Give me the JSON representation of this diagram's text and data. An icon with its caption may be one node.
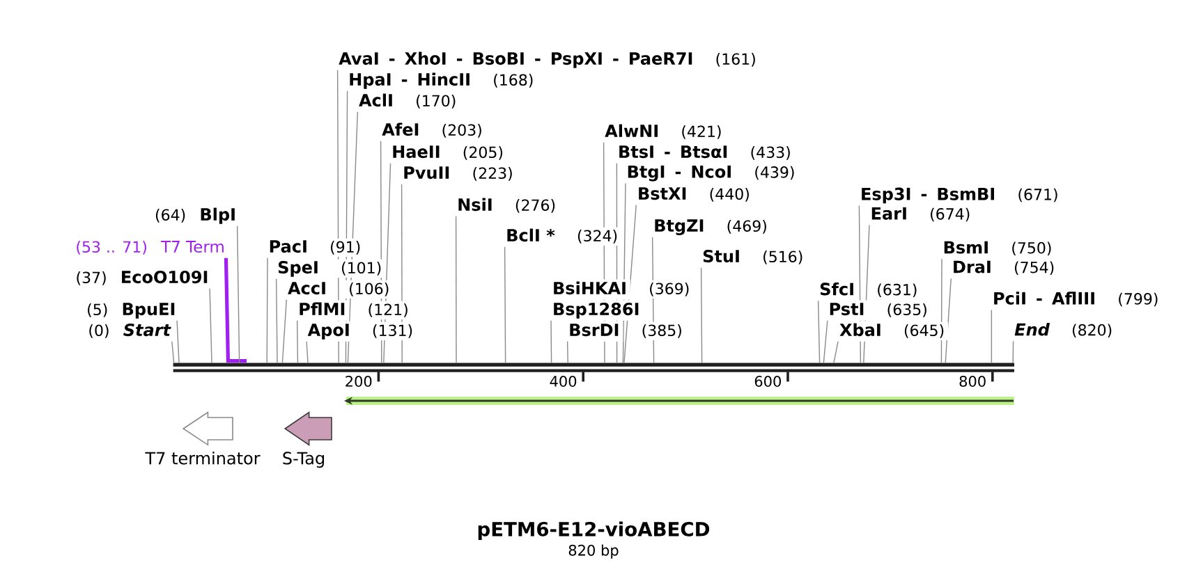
{
  "diagram": {
    "title": "pETM6-E12-vioABECD",
    "caption": "820 bp",
    "nodes": [
      {
        "text": [
          "Start"
        ],
        "beside": [
          "(0)"
        ]
      },
      {
        "text": [
          "BpuEI"
        ],
        "beside": [
          "(5)"
        ]
      },
      {
        "text": [
          "EcoO109I"
        ],
        "beside": [
          "(37)"
        ]
      },
      {
        "text": [
          "T7 Term"
        ],
        "beside": [
          "(53 .. 71)"
        ]
      },
      {
        "text": [
          "BlpI"
        ],
        "beside": [
          "(64)"
        ]
      },
      {
        "text": [
          "PacI"
        ],
        "beside": [
          "(91)"
        ]
      },
      {
        "text": [
          "SpeI"
        ],
        "beside": [
          "(101)"
        ]
      },
      {
        "text": [
          "AccI"
        ],
        "beside": [
          "(106)"
        ]
      },
      {
        "text": [
          "PflMI"
        ],
        "beside": [
          "(121)"
        ]
      },
      {
        "text": [
          "ApoI"
        ],
        "beside": [
          "(131)"
        ]
      },
      {
        "text": [
          "AvaI - XhoI - BsoBI - PspXI - PaeR7I"
        ],
        "beside": [
          "(161)"
        ]
      },
      {
        "text": [
          "HpaI - HincII"
        ],
        "beside": [
          "(168)"
        ]
      },
      {
        "text": [
          "AclI"
        ],
        "beside": [
          "(170)"
        ]
      },
      {
        "text": [
          "AfeI"
        ],
        "beside": [
          "(203)"
        ]
      },
      {
        "text": [
          "HaeII"
        ],
        "beside": [
          "(205)"
        ]
      },
      {
        "text": [
          "PvuII"
        ],
        "beside": [
          "(223)"
        ]
      },
      {
        "text": [
          "NsiI"
        ],
        "beside": [
          "(276)"
        ]
      },
      {
        "text": [
          "BclI *"
        ],
        "beside": [
          "(324)"
        ]
      },
      {
        "text": [
          "BsiHKAI",
          "Bsp1286I"
        ],
        "beside": [
          "(369)"
        ]
      },
      {
        "text": [
          "BsrDI"
        ],
        "beside": [
          "(385)"
        ]
      },
      {
        "text": [
          "AlwNI"
        ],
        "beside": [
          "(421)"
        ]
      },
      {
        "text": [
          "BtsI - BtsαI"
        ],
        "beside": [
          "(433)"
        ]
      },
      {
        "text": [
          "BtgI - NcoI"
        ],
        "beside": [
          "(439)"
        ]
      },
      {
        "text": [
          "BstXI"
        ],
        "beside": [
          "(440)"
        ]
      },
      {
        "text": [
          "BtgZI"
        ],
        "beside": [
          "(469)"
        ]
      },
      {
        "text": [
          "StuI"
        ],
        "beside": [
          "(516)"
        ]
      },
      {
        "text": [
          "SfcI"
        ],
        "beside": [
          "(631)"
        ]
      },
      {
        "text": [
          "PstI"
        ],
        "beside": [
          "(635)"
        ]
      },
      {
        "text": [
          "XbaI"
        ],
        "beside": [
          "(645)"
        ]
      },
      {
        "text": [
          "Esp3I - BsmBI"
        ],
        "beside": [
          "(671)"
        ]
      },
      {
        "text": [
          "EarI"
        ],
        "beside": [
          "(674)"
        ]
      },
      {
        "text": [
          "BsmI"
        ],
        "beside": [
          "(750)"
        ]
      },
      {
        "text": [
          "DraI"
        ],
        "beside": [
          "(754)"
        ]
      },
      {
        "text": [
          "PciI - AflIII"
        ],
        "beside": [
          "(799)"
        ]
      },
      {
        "text": [
          "End"
        ],
        "beside": [
          "(820)"
        ]
      },
      {
        "text": [],
        "shape": "bar"
      },
      {
        "text": [],
        "shape": "arrow"
      },
      {
        "text": [
          "T7 terminator"
        ]
      },
      {
        "text": [
          "S-Tag"
        ]
      }
    ],
    "edges": [
      {
        "from": 0,
        "to": 35,
        "arrow": "none"
      },
      {
        "from": 1,
        "to": 35,
        "arrow": "none"
      },
      {
        "from": 2,
        "to": 35,
        "arrow": "none"
      },
      {
        "from": 3,
        "to": 35,
        "arrow": "none",
        "style": "thick",
        "color": "#a020f0"
      },
      {
        "from": 4,
        "to": 35,
        "arrow": "none"
      },
      {
        "from": 5,
        "to": 35,
        "arrow": "none"
      },
      {
        "from": 6,
        "to": 35,
        "arrow": "none"
      },
      {
        "from": 7,
        "to": 35,
        "arrow": "none"
      },
      {
        "from": 8,
        "to": 35,
        "arrow": "none"
      },
      {
        "from": 9,
        "to": 35,
        "arrow": "none"
      },
      {
        "from": 10,
        "to": 35,
        "arrow": "none"
      },
      {
        "from": 11,
        "to": 35,
        "arrow": "none"
      },
      {
        "from": 12,
        "to": 35,
        "arrow": "none"
      },
      {
        "from": 13,
        "to": 35,
        "arrow": "none"
      },
      {
        "from": 14,
        "to": 35,
        "arrow": "none"
      },
      {
        "from": 15,
        "to": 35,
        "arrow": "none"
      },
      {
        "from": 16,
        "to": 35,
        "arrow": "none"
      },
      {
        "from": 17,
        "to": 35,
        "arrow": "none"
      },
      {
        "from": 18,
        "to": 35,
        "arrow": "none"
      },
      {
        "from": 19,
        "to": 35,
        "arrow": "none"
      },
      {
        "from": 20,
        "to": 35,
        "arrow": "none"
      },
      {
        "from": 21,
        "to": 35,
        "arrow": "none"
      },
      {
        "from": 22,
        "to": 35,
        "arrow": "none"
      },
      {
        "from": 23,
        "to": 35,
        "arrow": "none"
      },
      {
        "from": 24,
        "to": 35,
        "arrow": "none"
      },
      {
        "from": 25,
        "to": 35,
        "arrow": "none"
      },
      {
        "from": 26,
        "to": 35,
        "arrow": "none"
      },
      {
        "from": 27,
        "to": 35,
        "arrow": "none"
      },
      {
        "from": 28,
        "to": 35,
        "arrow": "none"
      },
      {
        "from": 29,
        "to": 35,
        "arrow": "none"
      },
      {
        "from": 30,
        "to": 35,
        "arrow": "none"
      },
      {
        "from": 31,
        "to": 35,
        "arrow": "none"
      },
      {
        "from": 32,
        "to": 35,
        "arrow": "none"
      },
      {
        "from": 33,
        "to": 35,
        "arrow": "none"
      },
      {
        "from": 34,
        "to": 35,
        "arrow": "none"
      }
    ],
    "labels": [
      "200",
      "400",
      "600",
      "800"
    ]
  }
}
